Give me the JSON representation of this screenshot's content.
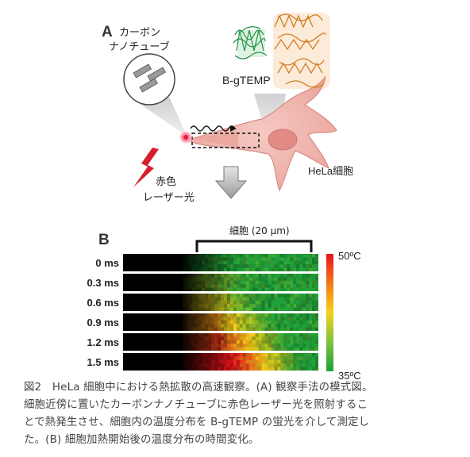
{
  "panel_a": {
    "label": "A",
    "cnt_label_line1": "カーボン",
    "cnt_label_line2": "ナノチューブ",
    "probe_label": "B-gTEMP",
    "cell_label": "HeLa細胞",
    "laser_label_line1": "赤色",
    "laser_label_line2": "レーザー光"
  },
  "panel_b": {
    "label": "B",
    "bracket_label": "細胞 (20 µm)",
    "time_labels": [
      "0 ms",
      "0.3 ms",
      "0.6 ms",
      "0.9 ms",
      "1.2 ms",
      "1.5 ms"
    ],
    "heat_progress": [
      0.0,
      0.2,
      0.4,
      0.6,
      0.8,
      1.0
    ],
    "colorbar_max": "50ºC",
    "colorbar_min": "35ºC",
    "colorbar_colors": [
      "#e8141b",
      "#f4d21a",
      "#1fa23a"
    ]
  },
  "caption": {
    "line1": "図2　HeLa 細胞中における熱拡散の高速観察。(A) 観察手法の模式図。",
    "line2": "細胞近傍に置いたカーボンナノチューブに赤色レーザー光を照射するこ",
    "line3": "とで熱発生させ、細胞内の温度分布を B-gTEMP の蛍光を介して測定し",
    "line4": "た。(B) 細胞加熱開始後の温度分布の時間変化。"
  }
}
